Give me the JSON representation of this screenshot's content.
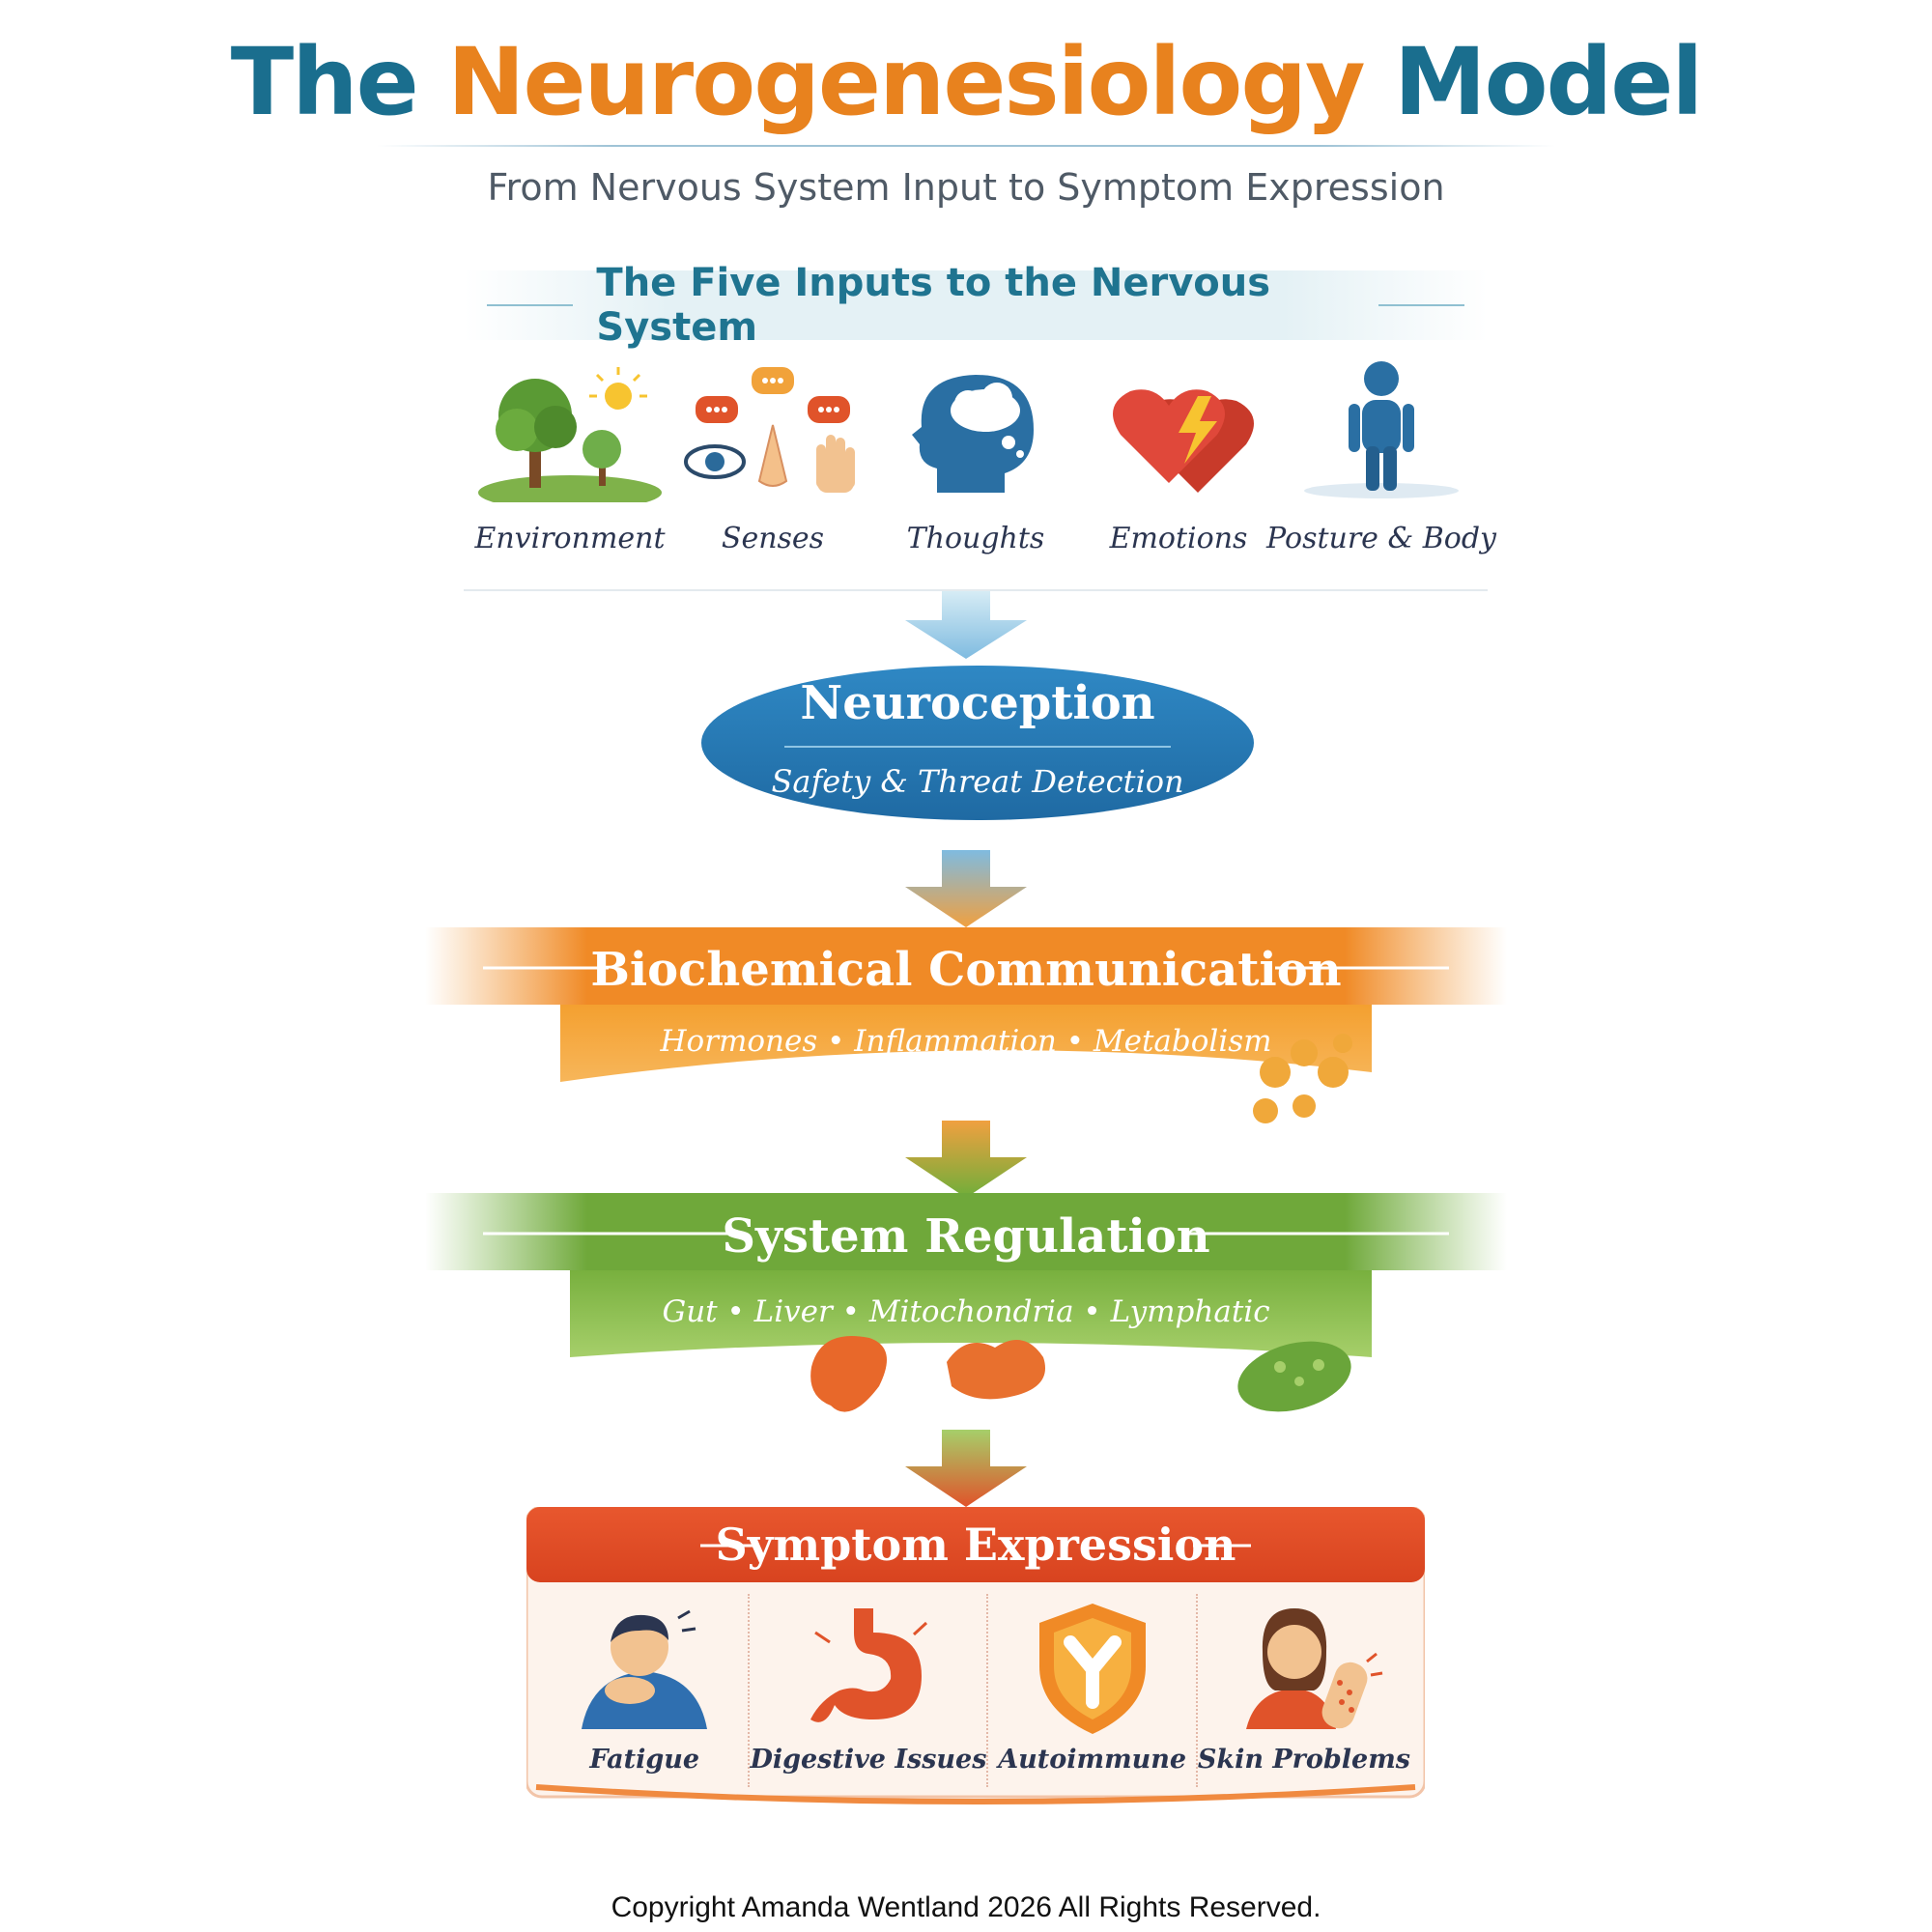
{
  "title": {
    "part1": "The ",
    "part2": "Neurogenesiology",
    "part3": " Model"
  },
  "subtitle": "From Nervous System Input to Symptom Expression",
  "inputs": {
    "heading": "The Five Inputs to the Nervous System",
    "items": [
      {
        "label": "Environment",
        "icon": "tree-sun-icon"
      },
      {
        "label": "Senses",
        "icon": "eye-nose-hand-icon"
      },
      {
        "label": "Thoughts",
        "icon": "head-thought-icon"
      },
      {
        "label": "Emotions",
        "icon": "hearts-bolt-icon"
      },
      {
        "label": "Posture & Body",
        "icon": "person-figure-icon"
      }
    ]
  },
  "neuroception": {
    "title": "Neuroception",
    "subtitle": "Safety & Threat Detection"
  },
  "biochemical": {
    "title": "Biochemical Communication",
    "subtitle": "Hormones • Inflammation • Metabolism"
  },
  "regulation": {
    "title": "System Regulation",
    "subtitle": "Gut • Liver • Mitochondria • Lymphatic"
  },
  "symptoms": {
    "title": "Symptom Expression",
    "items": [
      {
        "label": "Fatigue",
        "icon": "tired-person-icon"
      },
      {
        "label": "Digestive Issues",
        "icon": "stomach-icon"
      },
      {
        "label": "Autoimmune",
        "icon": "shield-antibody-icon"
      },
      {
        "label": "Skin Problems",
        "icon": "woman-rash-icon"
      }
    ]
  },
  "colors": {
    "blue": "#1a6e8e",
    "orange": "#e8821e",
    "green": "#6fa83a",
    "red": "#e0532a"
  },
  "copyright": "Copyright Amanda Wentland 2026  All Rights Reserved."
}
